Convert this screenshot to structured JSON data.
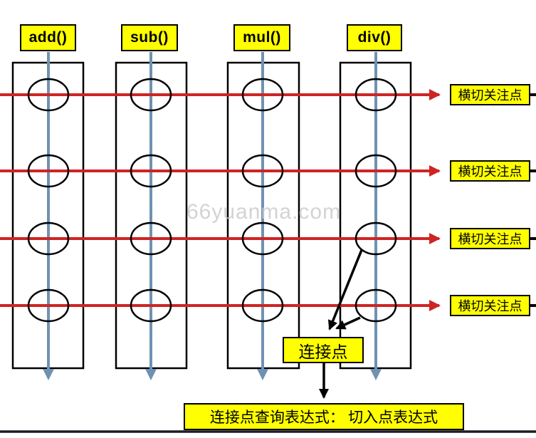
{
  "watermark": "66yuanma.com",
  "methods": [
    {
      "label": "add()"
    },
    {
      "label": "sub()"
    },
    {
      "label": "mul()"
    },
    {
      "label": "div()"
    }
  ],
  "crosscut_rows": [
    {
      "label": "横切关注点"
    },
    {
      "label": "横切关注点"
    },
    {
      "label": "横切关注点"
    },
    {
      "label": "横切关注点"
    }
  ],
  "joinpoint": {
    "label": "连接点"
  },
  "pointcut": {
    "label": "连接点查询表达式： 切入点表达式"
  },
  "colors": {
    "highlight_yellow": "#ffff00",
    "crosscut_red": "#ce2424",
    "flow_blue": "#6e92b2",
    "outline_black": "#000000",
    "watermark_gray": "#c9c9c9",
    "bottom_bar_dark": "#1c1c24"
  }
}
